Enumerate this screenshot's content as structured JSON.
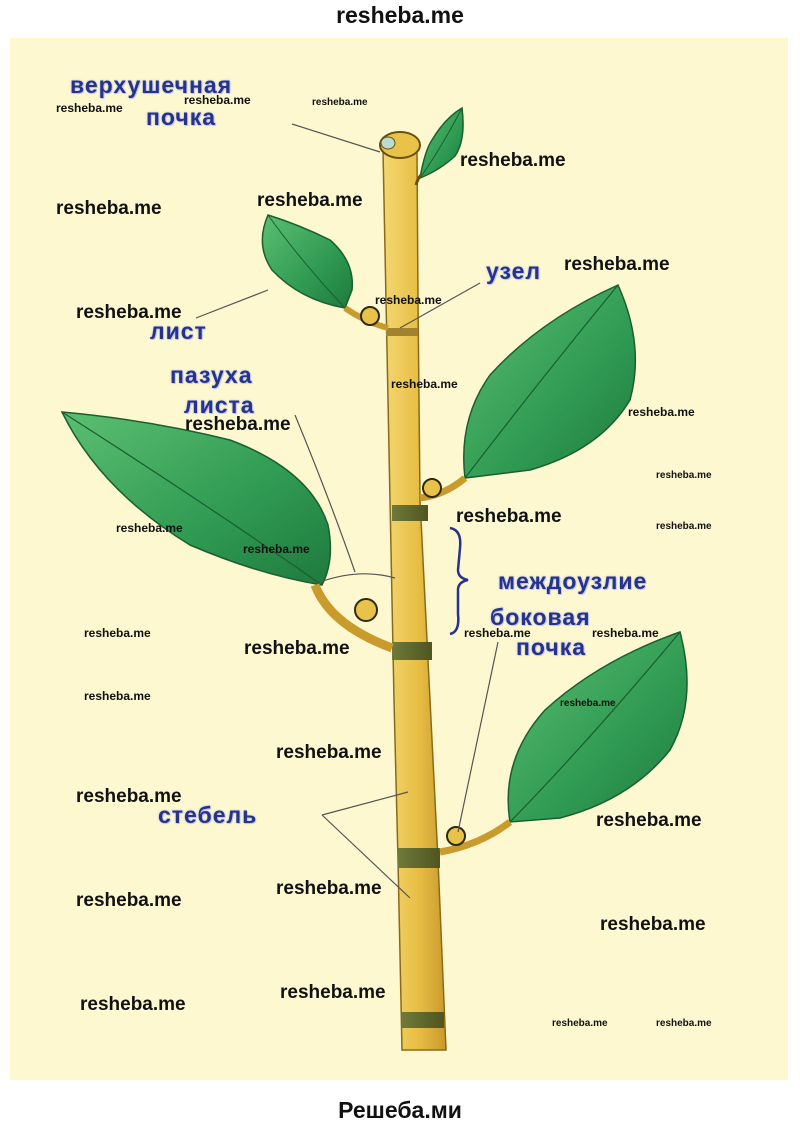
{
  "site": {
    "header": "resheba.me",
    "footer": "Решеба.ми"
  },
  "labels": {
    "apical_bud": [
      "верхушечная",
      "почка"
    ],
    "node": "узел",
    "leaf": "лист",
    "leaf_axil": [
      "пазуха",
      "листа"
    ],
    "internode": "междоузлие",
    "lateral_bud": [
      "боковая",
      "почка"
    ],
    "stem": "стебель"
  },
  "watermark": "resheba.me",
  "colors": {
    "background": "#fdf8cf",
    "stem": "#e9c24a",
    "stem_band": "#7a6a2a",
    "leaf": "#2f9a52",
    "label": "#27338a"
  }
}
